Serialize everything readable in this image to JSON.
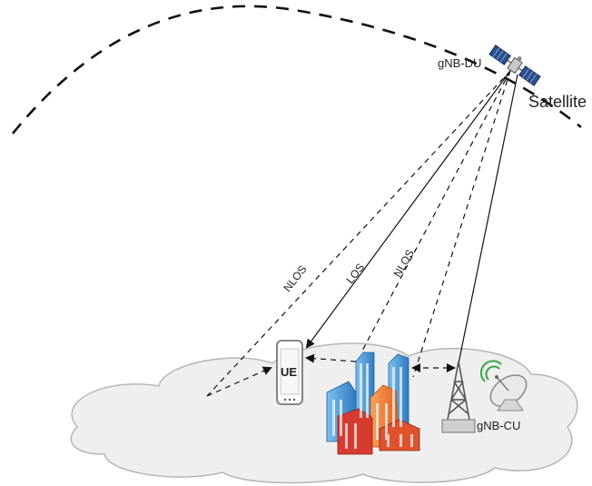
{
  "labels": {
    "gnb_du": "gNB-DU",
    "satellite": "Satellite",
    "nlos_left": "NLOS",
    "los": "LOS",
    "nlos_right": "NLOS",
    "ue": "UE",
    "gnb_cu": "gNB-CU"
  },
  "colors": {
    "cloud_fill": "#efefef",
    "cloud_stroke": "#b5b5b5",
    "line": "#111111",
    "building_blue": "#3d8fd0",
    "building_dark_blue": "#1f5f9e",
    "building_orange": "#f07830",
    "building_red": "#d73a2e",
    "satellite_panel": "#2a4f8f",
    "tower_gray": "#555555",
    "dish_green": "#3aa548"
  },
  "icons": [
    "satellite-icon",
    "phone-icon",
    "buildings-icon",
    "tower-icon",
    "dish-icon"
  ]
}
